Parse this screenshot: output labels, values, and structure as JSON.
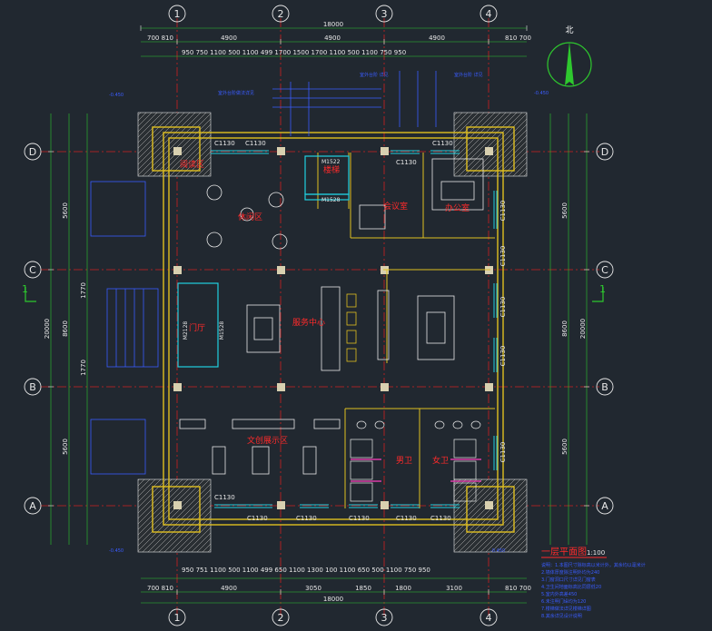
{
  "axes": {
    "x": [
      "1",
      "2",
      "3",
      "4"
    ],
    "y": [
      "D",
      "C",
      "B",
      "A"
    ]
  },
  "dims": {
    "top": {
      "total": "18000",
      "a": "700 810",
      "b": "4900",
      "c": "4900",
      "d": "4900",
      "e": "810 700",
      "row3": "950   750   1100   500   1100   499   1700   1500   1700   1100   500   1100   750   950"
    },
    "bottom": {
      "row1": "950   751   1100   500   1100   499  650   1100   1300  100  1100  650   500   1100   750   950",
      "a": "700 810",
      "b": "4900",
      "c": "3050",
      "d": "1850",
      "e": "1800",
      "f": "3100",
      "g": "810 700",
      "total": "18000"
    },
    "left": {
      "total": "20000",
      "a": "5600",
      "b": "8600",
      "c": "5600",
      "d": "1770",
      "e": "1770"
    },
    "right": {
      "total": "20000",
      "a": "5600",
      "b": "8600",
      "c": "5600"
    }
  },
  "tags": {
    "windows": [
      "C1130",
      "C1130",
      "C1130",
      "C1130",
      "C1130",
      "C1130",
      "C1130",
      "C1130",
      "C1130",
      "C1130",
      "C1130",
      "C1130",
      "C1130",
      "C1130",
      "C1130"
    ],
    "doors": [
      "M1522",
      "M1528",
      "M2128",
      "M1528"
    ]
  },
  "rooms": {
    "reading": "阅读区",
    "leisure": "休闲区",
    "stair": "楼梯",
    "meeting": "会议室",
    "office": "办公室",
    "service": "服务中心",
    "lobby": "门厅",
    "exhibition": "文创展示区",
    "toilet_men": "男卫",
    "toilet_women": "女卫"
  },
  "notes": [
    "室外台阶做法详见",
    "室外台阶 详见",
    "室外台阶 详见",
    "-0.450",
    "-0.450",
    "-0.450",
    "-0.450"
  ],
  "section": {
    "left": "1",
    "right": "1"
  },
  "north": "北",
  "title": {
    "name": "一层平面图",
    "scale": "1:100"
  },
  "general_notes": [
    "说明：1.本图尺寸除标高以米计外，其余均以毫米计",
    "2.墙体厚度除注明外均为240",
    "3.门窗洞口尺寸详见门窗表",
    "4.卫生间地面标高比同层低20",
    "5.室内外高差450",
    "6.未注明门垛均为120",
    "7.楼梯做法详见楼梯详图",
    "8.其余详见设计说明"
  ]
}
